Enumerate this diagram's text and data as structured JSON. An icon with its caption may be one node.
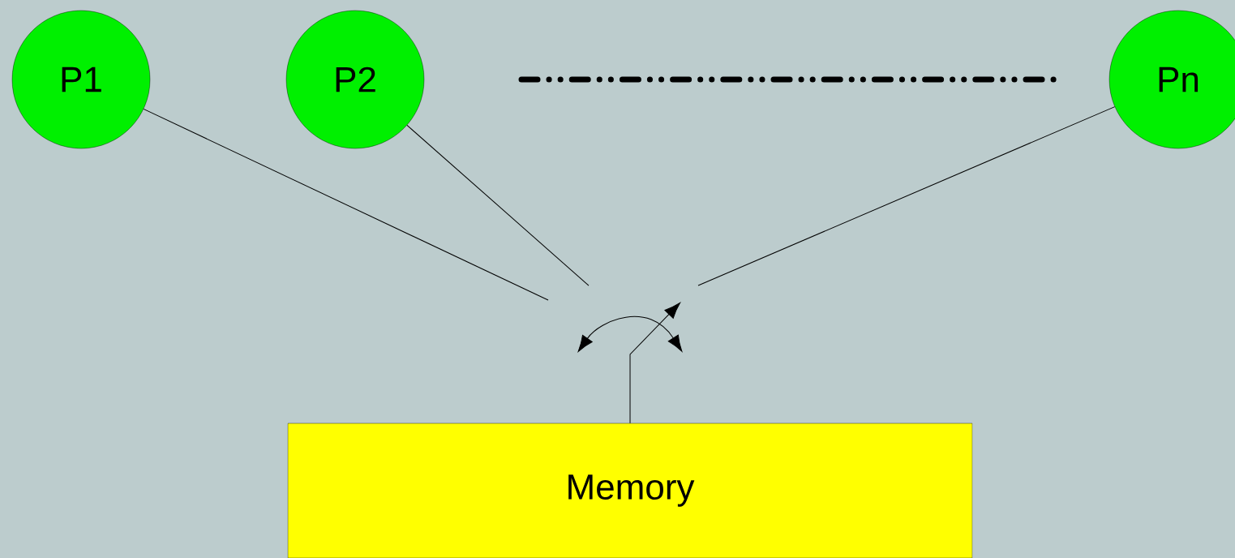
{
  "diagram": {
    "nodes": [
      {
        "text": [
          "P1"
        ]
      },
      {
        "text": [
          "P2"
        ]
      },
      {
        "text": [
          "Pn"
        ]
      },
      {
        "text": [
          "Memory"
        ]
      }
    ],
    "edges": [
      {
        "from": 0,
        "to": null,
        "arrow": "none"
      },
      {
        "from": 1,
        "to": null,
        "arrow": "none"
      },
      {
        "from": 2,
        "to": null,
        "arrow": "none"
      },
      {
        "from": 3,
        "to": null,
        "arrow": "to"
      }
    ]
  }
}
